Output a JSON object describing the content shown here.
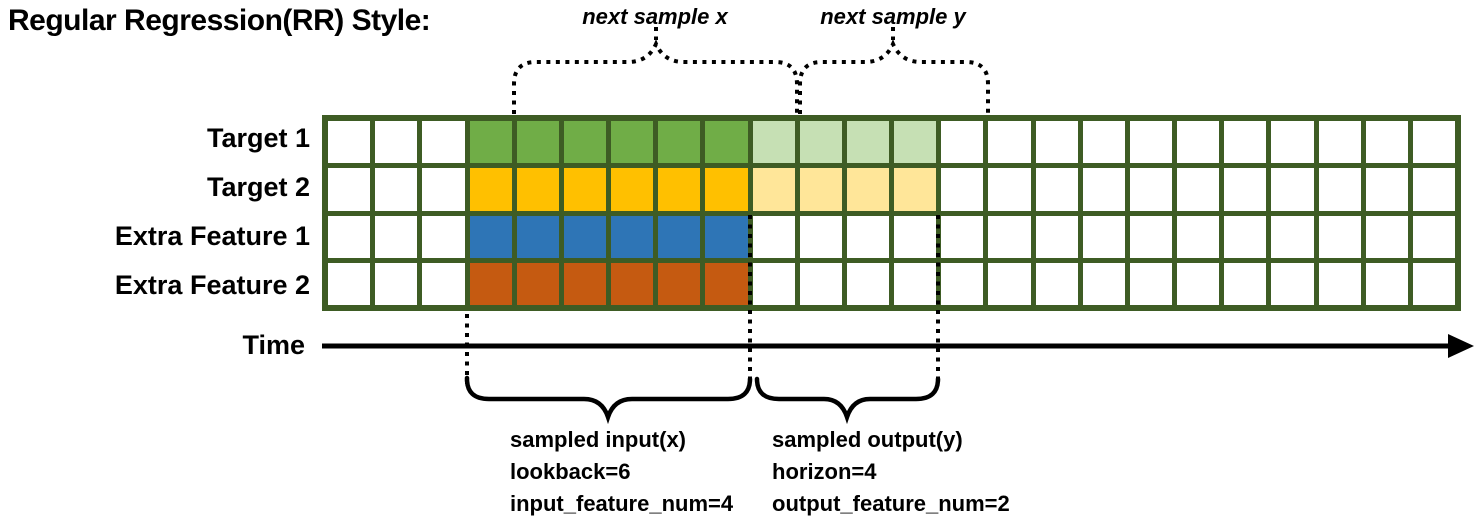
{
  "title": "Regular Regression(RR) Style:",
  "annotations": {
    "next_sample_x": "next sample x",
    "next_sample_y": "next sample y",
    "time_label": "Time",
    "input_block": [
      "sampled input(x)",
      "lookback=6",
      "input_feature_num=4"
    ],
    "output_block": [
      "sampled output(y)",
      "horizon=4",
      "output_feature_num=2"
    ]
  },
  "grid": {
    "total_steps": 24,
    "input_start_index": 3,
    "lookback": 6,
    "horizon": 4,
    "border_color": "#3E5C24",
    "empty_cell_color": "#FFFFFF",
    "rows": [
      {
        "label": "Target 1",
        "role": "target",
        "input_color": "#70AD47",
        "output_color": "#C6E0B4"
      },
      {
        "label": "Target 2",
        "role": "target",
        "input_color": "#FFC000",
        "output_color": "#FFE699"
      },
      {
        "label": "Extra Feature 1",
        "role": "extra-feature",
        "input_color": "#2E75B6",
        "output_color": "#FFFFFF"
      },
      {
        "label": "Extra Feature 2",
        "role": "extra-feature",
        "input_color": "#C55A11",
        "output_color": "#FFFFFF"
      }
    ]
  }
}
